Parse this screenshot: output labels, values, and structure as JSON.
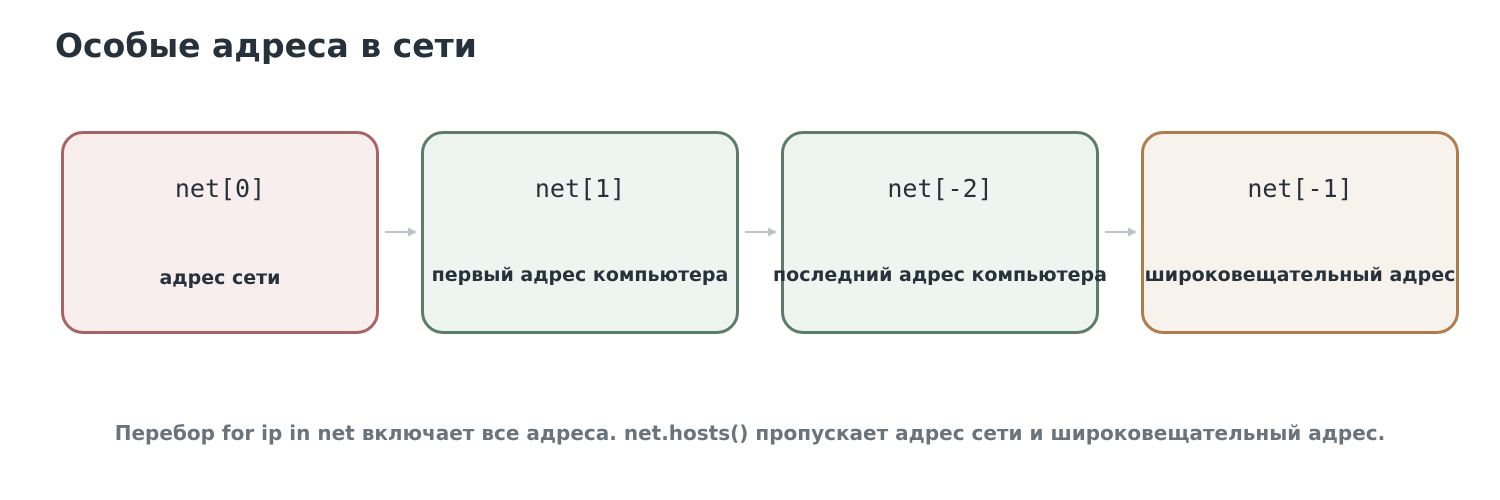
{
  "title": "Особые адреса в сети",
  "nodes": [
    {
      "label": "net[0]",
      "description": "адрес сети",
      "fill": "#f8eeee",
      "stroke": "#a86464"
    },
    {
      "label": "net[1]",
      "description": "первый адрес компьютера",
      "fill": "#eef4f0",
      "stroke": "#5b7b6b"
    },
    {
      "label": "net[-2]",
      "description": "последний адрес компьютера",
      "fill": "#eef4f0",
      "stroke": "#5b7b6b"
    },
    {
      "label": "net[-1]",
      "description": "широковещательный адрес",
      "fill": "#f8f2ec",
      "stroke": "#b07c4c"
    }
  ],
  "arrow_color": "#bfc3c8",
  "footer": "Перебор for ip in net включает все адреса. net.hosts() пропускает адрес сети и широковещательный адрес."
}
